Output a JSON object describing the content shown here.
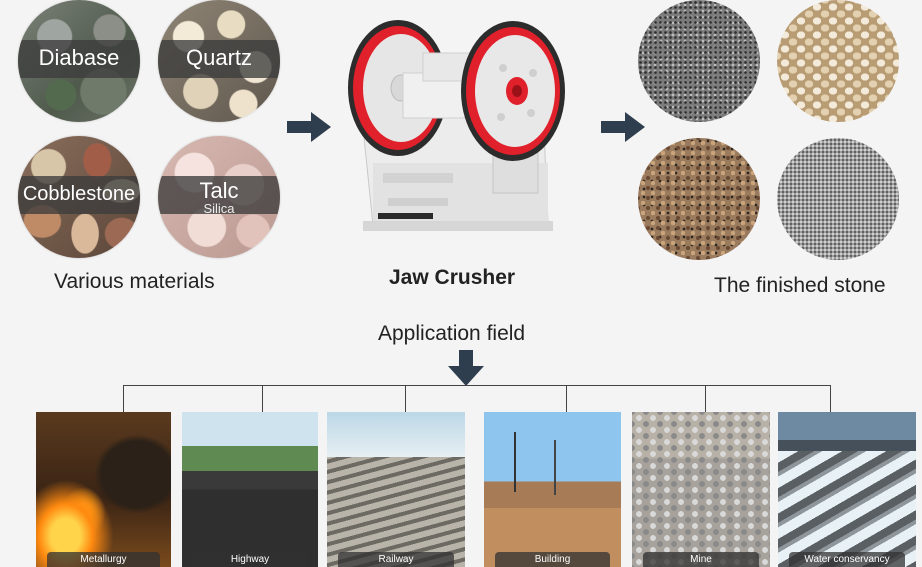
{
  "materials": {
    "items": [
      {
        "label": "Diabase",
        "sublabel": ""
      },
      {
        "label": "Quartz",
        "sublabel": ""
      },
      {
        "label": "Cobblestone",
        "sublabel": ""
      },
      {
        "label": "Talc",
        "sublabel": "Silica"
      }
    ],
    "caption": "Various materials"
  },
  "machine": {
    "caption": "Jaw Crusher",
    "colors": {
      "body": "#f2f2f2",
      "flywheel_rim": "#e0202a",
      "flywheel_face": "#e6e6e6"
    }
  },
  "finished": {
    "caption": "The finished stone"
  },
  "application": {
    "title": "Application field",
    "fields": [
      "Metallurgy",
      "Highway",
      "Railway",
      "Building",
      "Mine",
      "Water conservancy"
    ]
  },
  "icons": {
    "flow_arrow": "arrow-right-icon",
    "down_arrow": "arrow-down-icon"
  },
  "colors": {
    "arrow": "#2f3e4f",
    "lines": "#444444",
    "background": "#f4f4f4"
  }
}
